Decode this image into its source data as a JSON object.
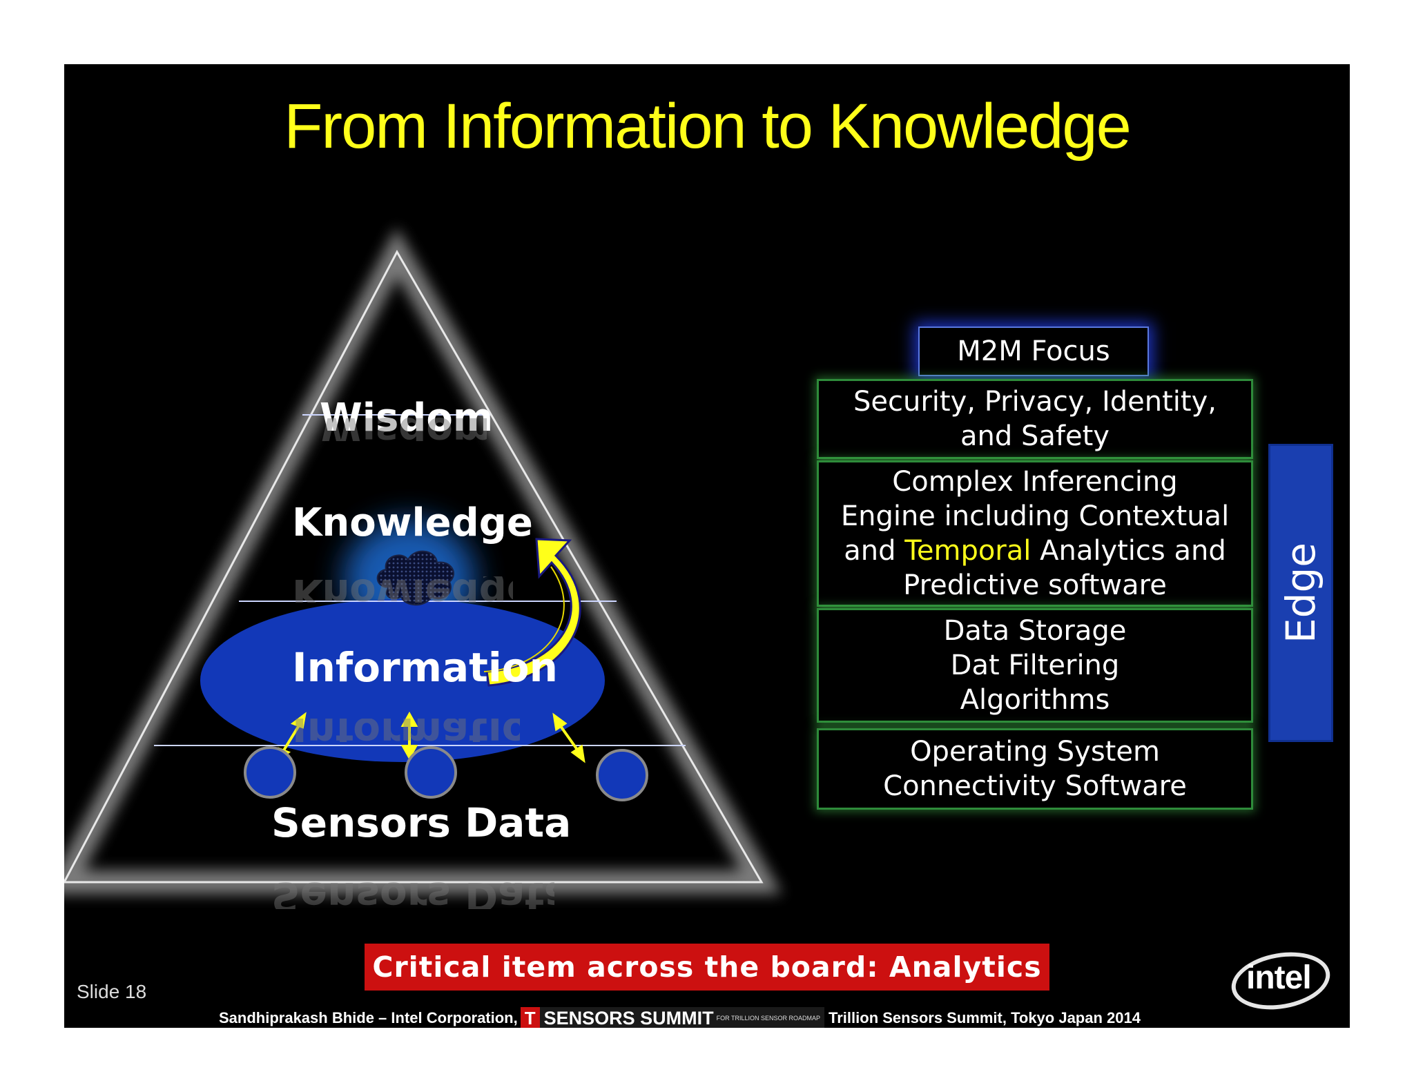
{
  "title": "From Information to Knowledge",
  "pyramid": {
    "levels": {
      "wisdom": "Wisdom",
      "knowledge": "Knowledge",
      "information": "Information",
      "sensors": "Sensors Data"
    }
  },
  "stack": {
    "header": "M2M Focus",
    "boxes": [
      {
        "lines": [
          "Security, Privacy, Identity,",
          "and Safety"
        ]
      },
      {
        "line1": "Complex Inferencing",
        "line2": "Engine including Contextual",
        "line3_pre": "and ",
        "line3_hl": "Temporal",
        "line3_post": " Analytics and",
        "line4": "Predictive software"
      },
      {
        "lines": [
          "Data Storage",
          "Dat Filtering",
          "Algorithms"
        ]
      },
      {
        "lines": [
          "Operating System",
          "Connectivity Software"
        ]
      }
    ],
    "side_label": "Edge"
  },
  "critical_banner": "Critical item across the board: Analytics",
  "slide_number": "Slide 18",
  "footer": {
    "author": "Sandhiprakash Bhide – Intel Corporation,",
    "logo_t": "T",
    "logo_name": "SENSORS SUMMIT",
    "logo_sub": "FOR TRILLION SENSOR ROADMAP",
    "event": "Trillion Sensors Summit, Tokyo Japan 2014"
  },
  "intel_logo_text": "intel",
  "colors": {
    "title": "#ffff1a",
    "banner": "#cc1010",
    "edge": "#1a3fb0",
    "box_border": "#2e8b3a",
    "ellipse": "#1238b8"
  },
  "icons": [
    "cloud-icon",
    "curved-arrow-icon",
    "double-arrow-icon",
    "sensor-node-icon"
  ]
}
